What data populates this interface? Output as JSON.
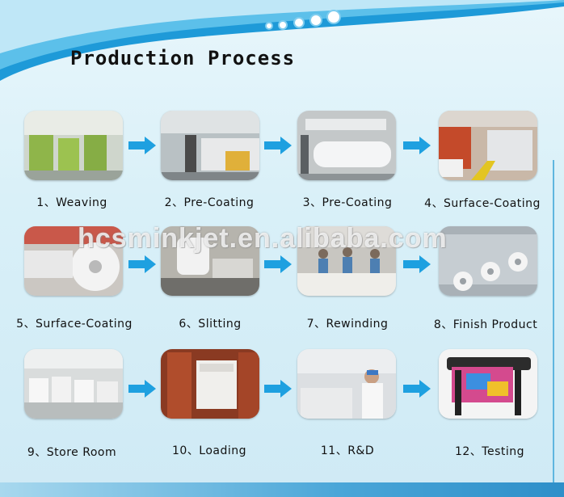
{
  "title": "Production Process",
  "watermark": "hcsminkjet.en.alibaba.com",
  "colors": {
    "accent": "#29a3e0",
    "arrow": "#1ea0e0"
  },
  "steps": [
    {
      "label": "1、Weaving",
      "icon": "weaving-photo-icon"
    },
    {
      "label": "2、Pre-Coating",
      "icon": "pre-coating-photo-icon"
    },
    {
      "label": "3、Pre-Coating",
      "icon": "pre-coating-roll-photo-icon"
    },
    {
      "label": "4、Surface-Coating",
      "icon": "surface-coating-line-photo-icon"
    },
    {
      "label": "5、Surface-Coating",
      "icon": "surface-coating-roll-photo-icon"
    },
    {
      "label": "6、Slitting",
      "icon": "slitting-photo-icon"
    },
    {
      "label": "7、Rewinding",
      "icon": "rewinding-photo-icon"
    },
    {
      "label": "8、Finish Product",
      "icon": "finished-rolls-photo-icon"
    },
    {
      "label": "9、Store Room",
      "icon": "store-room-photo-icon"
    },
    {
      "label": "10、Loading",
      "icon": "loading-container-photo-icon"
    },
    {
      "label": "11、R&D",
      "icon": "lab-photo-icon"
    },
    {
      "label": "12、Testing",
      "icon": "printer-photo-icon"
    }
  ]
}
